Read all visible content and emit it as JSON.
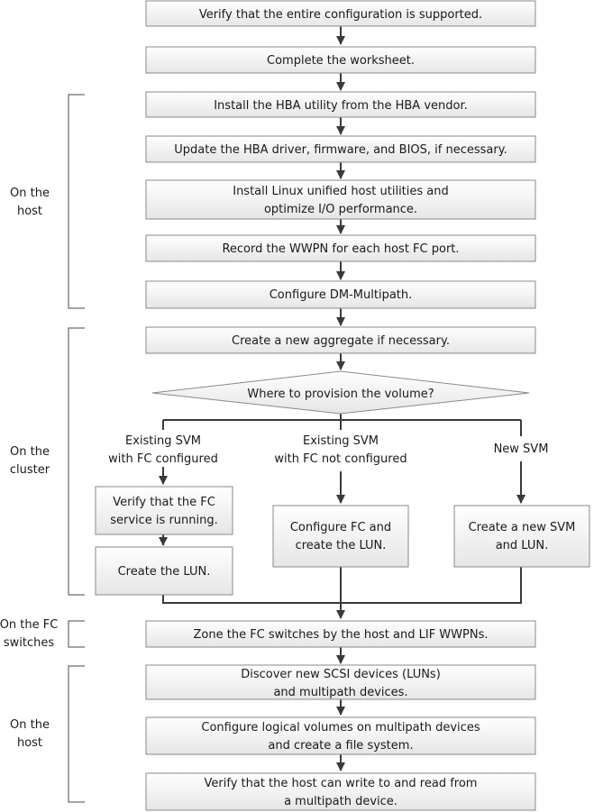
{
  "steps": {
    "verify_config": "Verify that the entire configuration is supported.",
    "worksheet": "Complete the worksheet.",
    "install_hba": "Install the HBA utility from the HBA vendor.",
    "update_hba": "Update the HBA driver, firmware, and BIOS, if necessary.",
    "install_linux": [
      "Install Linux unified host utilities and",
      "optimize I/O performance."
    ],
    "record_wwpn": "Record the WWPN for each host FC port.",
    "configure_dm": "Configure DM-Multipath.",
    "create_aggregate": "Create a new aggregate if necessary.",
    "decision": "Where to provision the volume?",
    "verify_fc": [
      "Verify that the FC",
      "service is running."
    ],
    "create_lun": "Create the LUN.",
    "configure_fc": [
      "Configure FC and",
      "create the LUN."
    ],
    "create_svm": [
      "Create a new SVM",
      "and LUN."
    ],
    "zone_fc": "Zone the FC switches by the host and LIF WWPNs.",
    "discover_scsi": [
      "Discover new SCSI devices (LUNs)",
      "and multipath devices."
    ],
    "configure_volumes": [
      "Configure logical volumes on multipath devices",
      "and create a file system."
    ],
    "verify_host": [
      "Verify that the host can write to and read from",
      "a multipath device."
    ]
  },
  "branches": {
    "existing_fc": [
      "Existing SVM",
      "with FC configured"
    ],
    "existing_no_fc": [
      "Existing SVM",
      "with FC not configured"
    ],
    "new_svm": [
      "New SVM"
    ]
  },
  "sections": {
    "host1": [
      "On the",
      "host"
    ],
    "cluster": [
      "On the",
      "cluster"
    ],
    "switches": [
      "On the FC",
      "switches"
    ],
    "host2": [
      "On the",
      "host"
    ]
  }
}
